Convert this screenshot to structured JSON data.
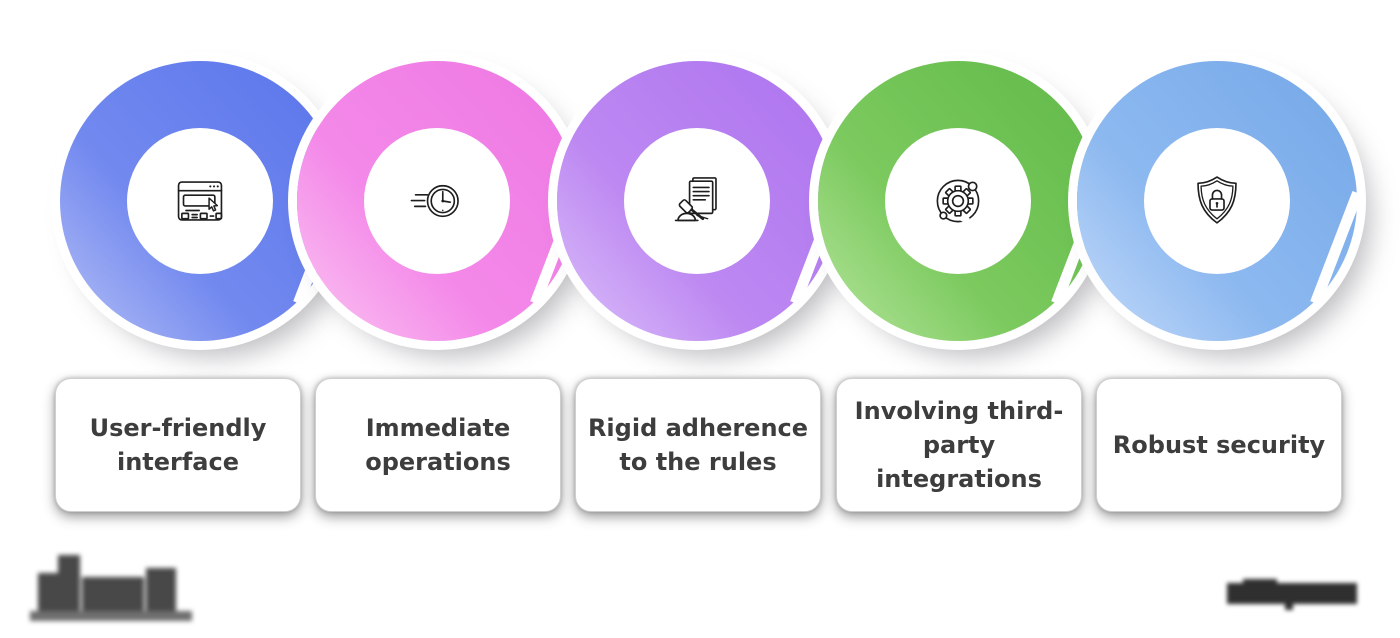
{
  "page": {
    "background": "#ffffff",
    "text_color": "#3d3d3d",
    "icon_stroke_color": "#1e1e1e"
  },
  "items": [
    {
      "label": "User-friendly interface",
      "icon": "browser-cursor-icon",
      "ring": {
        "light": "#b6c0f6",
        "mid": "#7289ef",
        "dark": "#5d78ec"
      }
    },
    {
      "label": "Immediate operations",
      "icon": "speed-clock-icon",
      "ring": {
        "light": "#fbc8f2",
        "mid": "#f489e9",
        "dark": "#ee7ae3"
      }
    },
    {
      "label": "Rigid adherence to the rules",
      "icon": "document-gavel-icon",
      "ring": {
        "light": "#dcc2fa",
        "mid": "#bd88f2",
        "dark": "#af76ef"
      }
    },
    {
      "label": "Involving third-party integrations",
      "icon": "gear-integration-icon",
      "ring": {
        "light": "#b7e69e",
        "mid": "#7cca5f",
        "dark": "#64bb4b"
      }
    },
    {
      "label": "Robust security",
      "icon": "shield-lock-icon",
      "ring": {
        "light": "#c6dcfa",
        "mid": "#8db9f0",
        "dark": "#78aae9"
      }
    }
  ],
  "watermarks": {
    "bottom_left": "blurred illegible logo",
    "bottom_right": "blurred illegible wordmark"
  }
}
